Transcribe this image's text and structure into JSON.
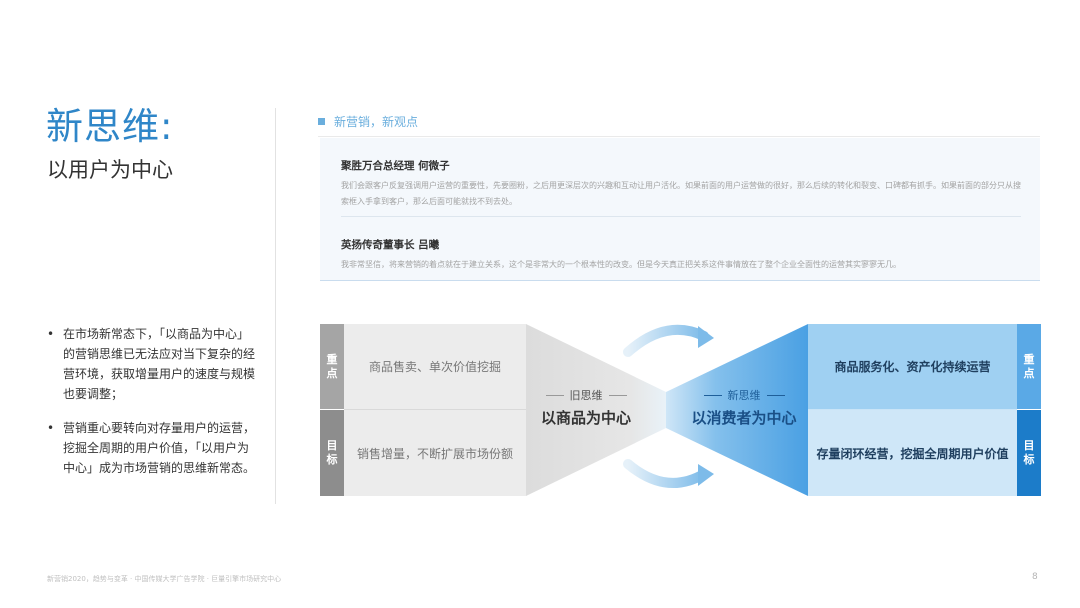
{
  "left": {
    "title": "新思维:",
    "subtitle": "以用户为中心",
    "bullets": [
      "在市场新常态下，「以商品为中心」的营销思维已无法应对当下复杂的经营环境，获取增量用户的速度与规模也要调整；",
      "营销重心要转向对存量用户的运营，挖掘全周期的用户价值，「以用户为中心」成为市场营销的思维新常态。"
    ]
  },
  "quotes": {
    "heading": "新营销，新观点",
    "items": [
      {
        "name": "聚胜万合总经理 何微子",
        "text": "我们会跟客户反复强调用户运营的重要性，先要圈粉，之后用更深层次的兴趣和互动让用户活化。如果前面的用户运营做的很好，那么后续的转化和裂变、口碑都有抓手。如果前面的部分只从搜索框入手拿到客户，那么后面可能就找不到去处。"
      },
      {
        "name": "英扬传奇董事长 吕曦",
        "text": "我非常坚信，将来营销的着点就在于建立关系，这个是非常大的一个根本性的改变。但是今天真正把关系这件事情放在了整个企业全面性的运营其实寥寥无几。"
      }
    ]
  },
  "diagram": {
    "left_labels": [
      "重点",
      "目标"
    ],
    "right_labels": [
      "重点",
      "目标"
    ],
    "old_focus": "商品售卖、单次价值挖掘",
    "old_goal": "销售增量，不断扩展市场份额",
    "old_small": "旧思维",
    "old_big": "以商品为中心",
    "new_small": "新思维",
    "new_big": "以消费者为中心",
    "new_focus": "商品服务化、资产化持续运营",
    "new_goal": "存量闭环经营，挖掘全周期用户价值",
    "colors": {
      "gray_dark": "#a3a3a3",
      "gray_mid": "#8c8c8c",
      "gray_light": "#ececec",
      "blue_light": "#9fd0f2",
      "blue_mid": "#5aa9e6",
      "blue_dark": "#1c7cc9"
    }
  },
  "footer": {
    "text": "新营销2020，趋势与变革  ·  中国传媒大学广告学院 · 巨量引擎市场研究中心",
    "page": "8"
  }
}
